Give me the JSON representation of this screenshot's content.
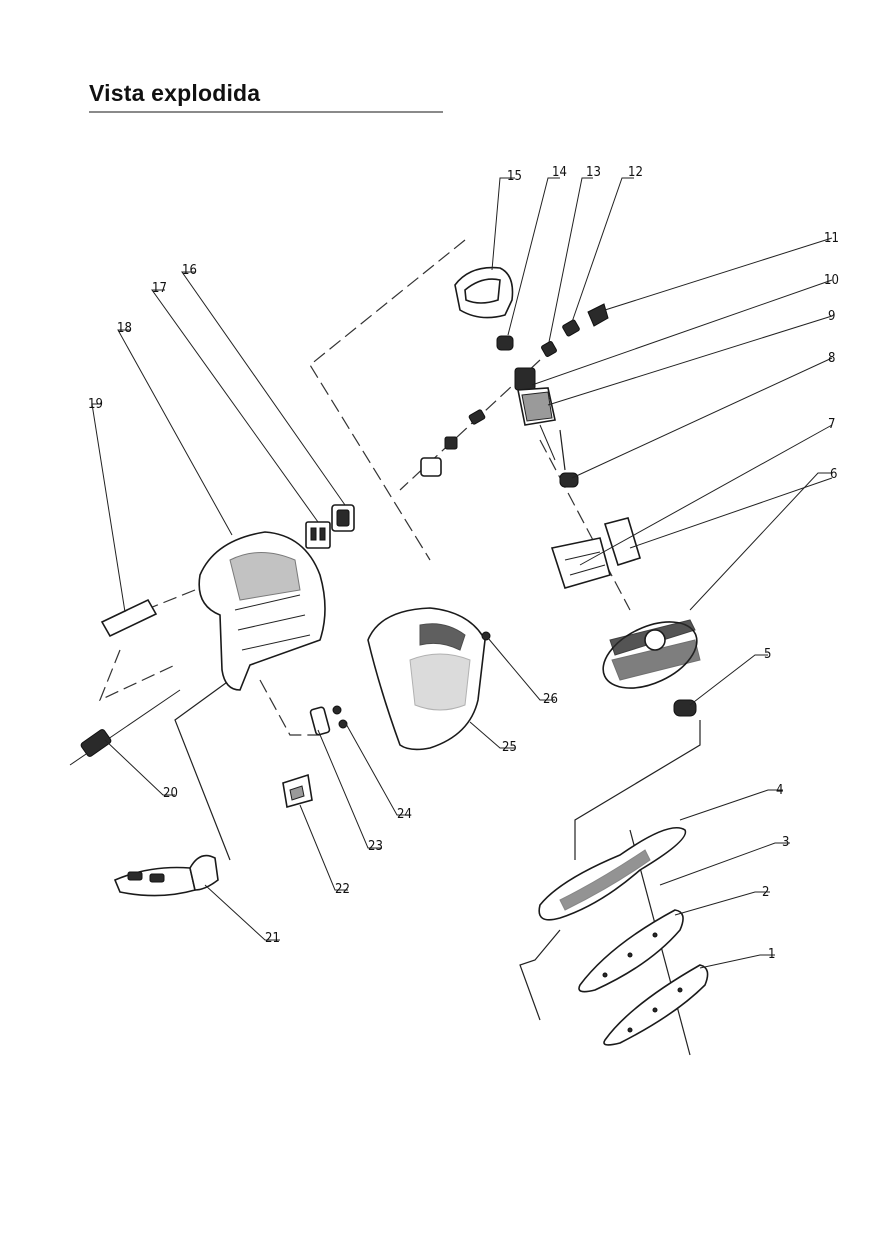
{
  "page": {
    "title": "Vista explodida"
  },
  "callouts": [
    "1",
    "2",
    "3",
    "4",
    "5",
    "6",
    "7",
    "8",
    "9",
    "10",
    "11",
    "12",
    "13",
    "14",
    "15",
    "16",
    "17",
    "18",
    "19",
    "20",
    "21",
    "22",
    "23",
    "24",
    "25",
    "26"
  ]
}
